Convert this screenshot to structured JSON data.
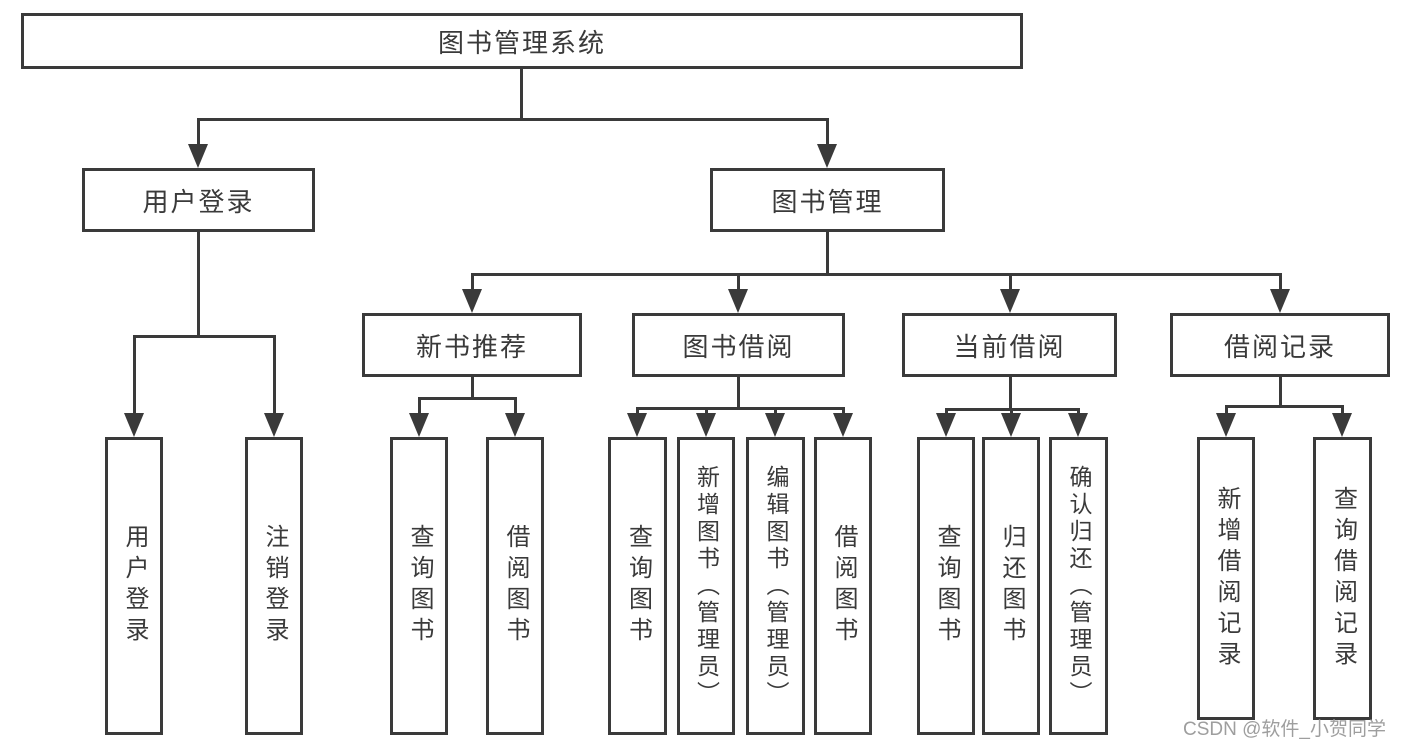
{
  "diagram": {
    "root": {
      "label": "图书管理系统"
    },
    "user_login": {
      "label": "用户登录",
      "children": [
        "用户登录",
        "注销登录"
      ]
    },
    "book_mgmt": {
      "label": "图书管理",
      "sections": [
        {
          "label": "新书推荐",
          "children": [
            "查询图书",
            "借阅图书"
          ]
        },
        {
          "label": "图书借阅",
          "children": [
            "查询图书",
            "新增图书（管理员）",
            "编辑图书（管理员）",
            "借阅图书"
          ]
        },
        {
          "label": "当前借阅",
          "children": [
            "查询图书",
            "归还图书",
            "确认归还（管理员）"
          ]
        },
        {
          "label": "借阅记录",
          "children": [
            "新增借阅记录",
            "查询借阅记录"
          ]
        }
      ]
    }
  },
  "watermark": "CSDN @软件_小贺同学",
  "colors": {
    "line": "#3a3a3a",
    "text": "#3a3a3a",
    "watermark_text": "#9e9e9e",
    "background": "#ffffff"
  }
}
